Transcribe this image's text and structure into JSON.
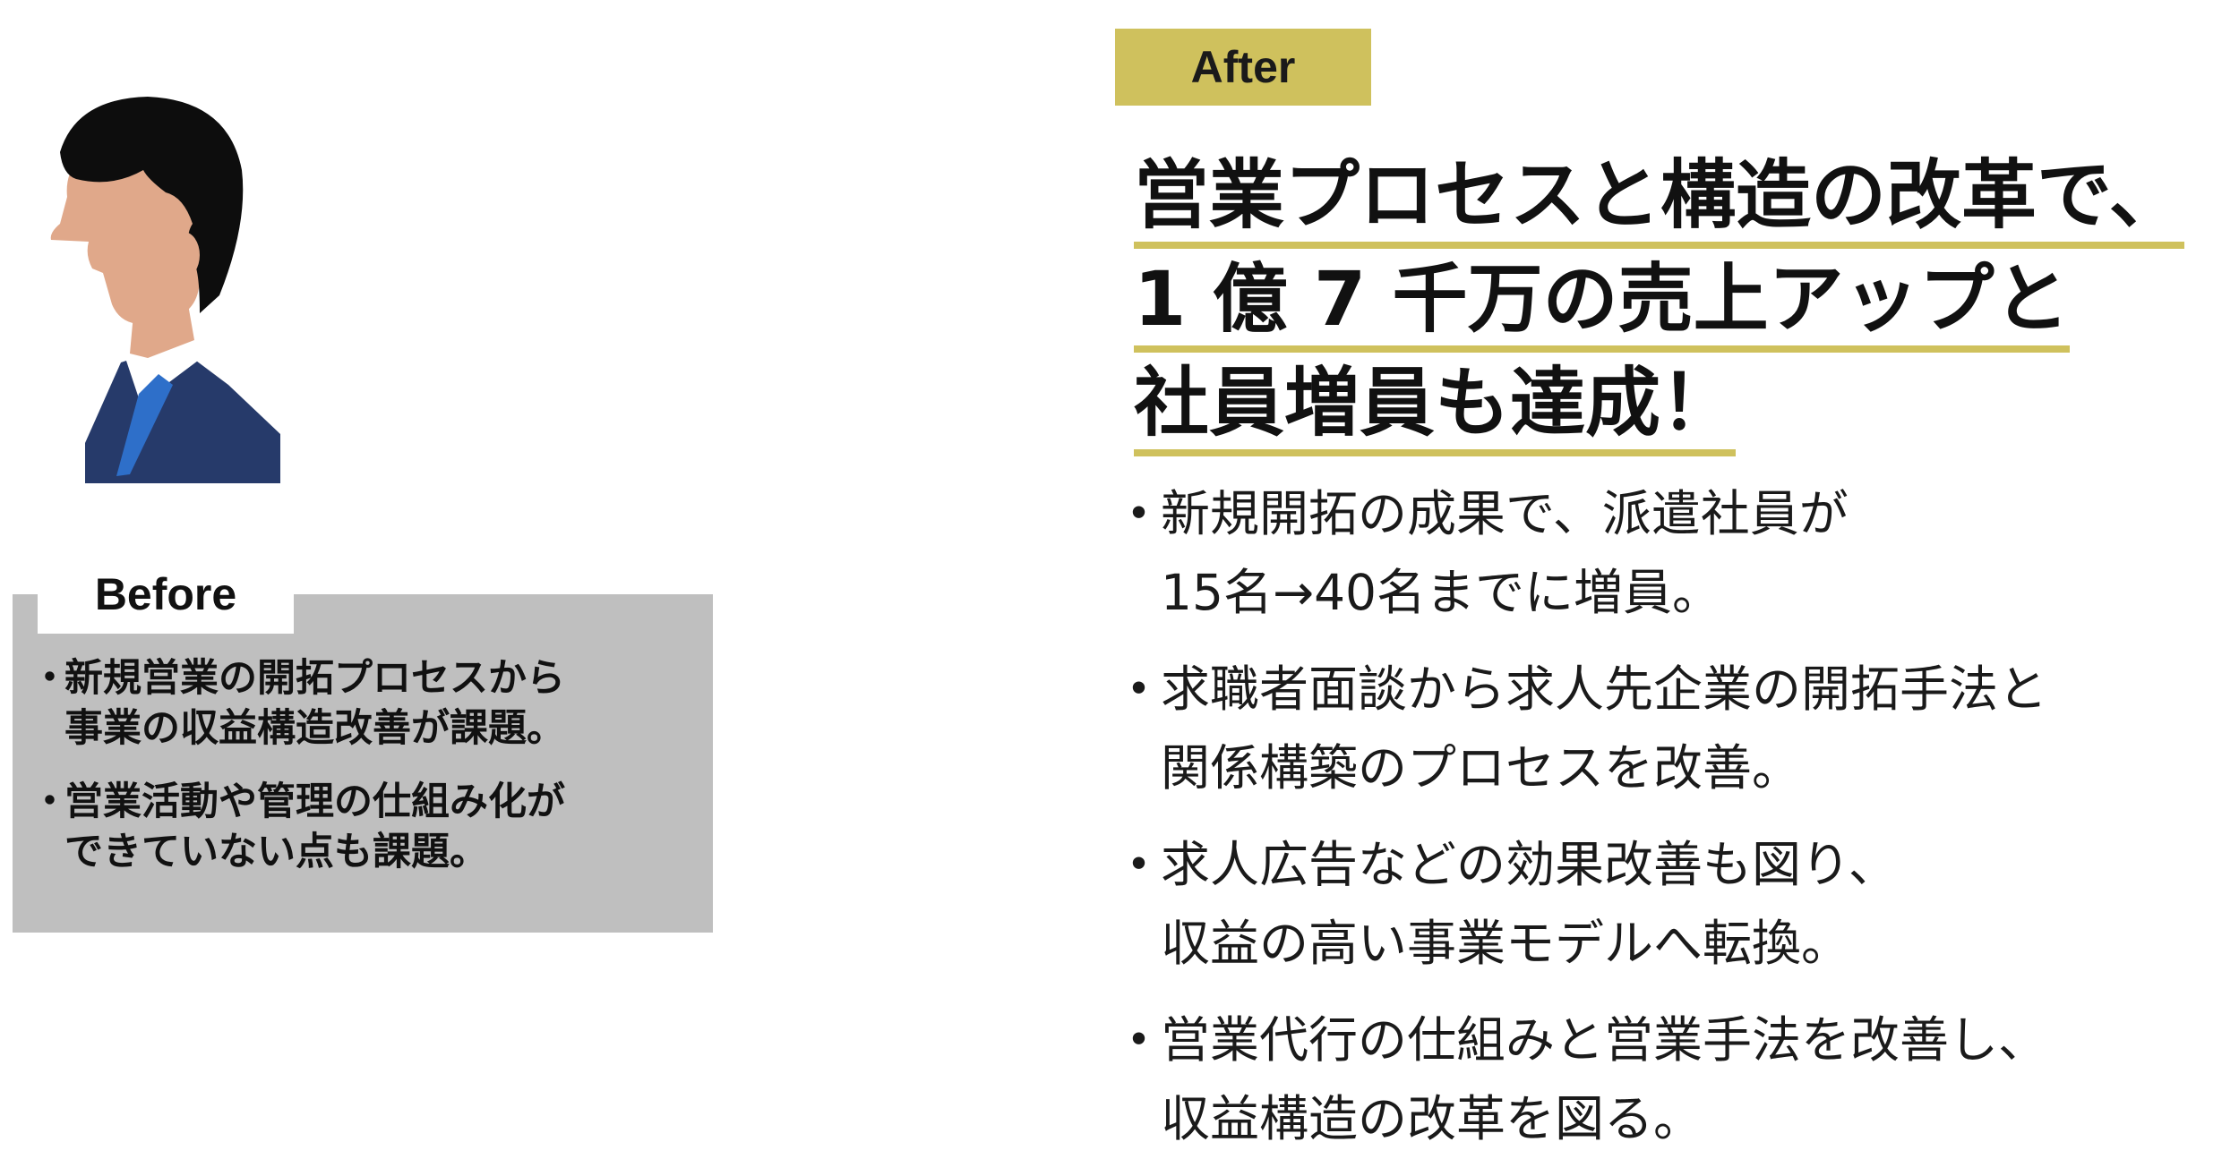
{
  "before": {
    "tab_label": "Before",
    "items": [
      "新規営業の開拓プロセスから\n事業の収益構造改善が課題。",
      "営業活動や管理の仕組み化が\nできていない点も課題。"
    ]
  },
  "after": {
    "tag_label": "After",
    "headline": [
      "営業プロセスと構造の改革で、",
      "1 億 7 千万の売上アップと",
      "社員増員も達成！"
    ],
    "items": [
      "新規開拓の成果で、派遣社員が\n15名→40名までに増員。",
      "求職者面談から求人先企業の開拓手法と\n関係構築のプロセスを改善。",
      "求人広告などの効果改善も図り、\n収益の高い事業モデルへ転換。",
      "営業代行の仕組みと営業手法を改善し、\n収益構造の改革を図る。"
    ]
  },
  "colors": {
    "accent_gold": "#cfc15d",
    "before_box": "#bfbfbf",
    "suit_navy": "#263a6a",
    "tie_blue": "#2e6fc9",
    "skin": "#e0a88a",
    "hair": "#0d0d0d"
  },
  "icons": {
    "avatar": "businessman-avatar-icon"
  }
}
